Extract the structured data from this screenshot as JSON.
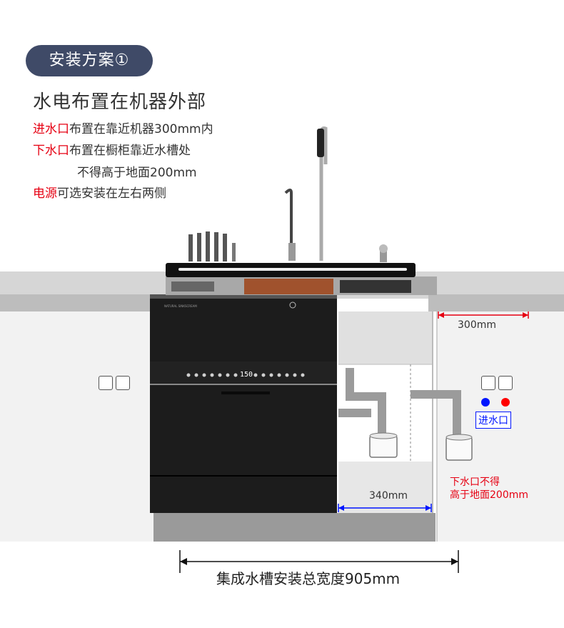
{
  "badge": {
    "label": "安装方案①"
  },
  "heading": "水电布置在机器外部",
  "lines": {
    "inlet_key": "进水口",
    "inlet_text": "布置在靠近机器300mm内",
    "outlet_key": "下水口",
    "outlet_text": "布置在橱柜靠近水槽处",
    "outlet_text2": "不得高于地面200mm",
    "power_key": "电源",
    "power_text": "可选安装在左右两侧"
  },
  "labels": {
    "dim_300": "300mm",
    "dim_340": "340mm",
    "inlet_port": "进水口",
    "drain_note_1": "下水口不得",
    "drain_note_2": "高于地面200mm",
    "total_width": "集成水槽安装总宽度905mm",
    "display": "150",
    "brand": "NATURAL SINKSCREAM"
  },
  "colors": {
    "badge_bg": "#3f4a67",
    "accent_red": "#e60012",
    "accent_blue": "#0015ff",
    "counter_grey": "#d9d9d9",
    "cabinet_black": "#1a1a1a"
  }
}
